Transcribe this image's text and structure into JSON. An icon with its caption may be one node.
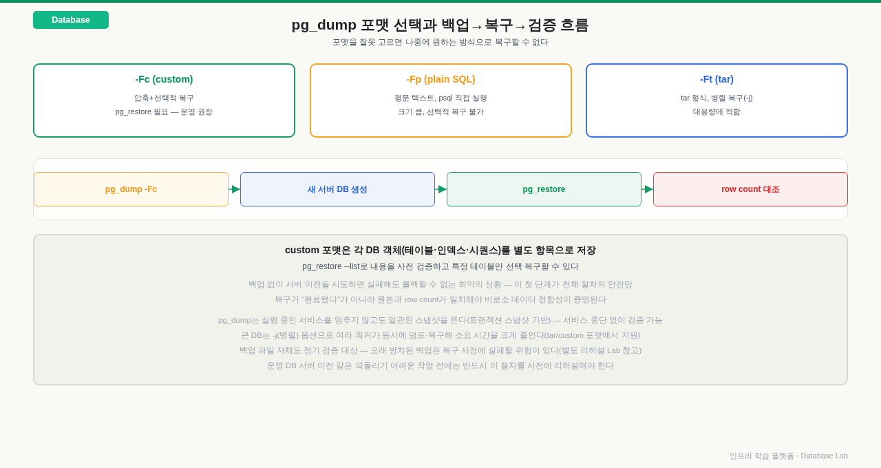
{
  "diagram": {
    "title": "pg_dump 포맷 선택과 백업→복구→검증 흐름",
    "nodes": [
      {
        "text": [
          "-Fc (custom)",
          "압축+선택적 복구",
          "pg_restore 필요 — 운영 권장"
        ]
      },
      {
        "text": [
          "-Fp (plain SQL)",
          "평문 텍스트, psql 직접 실행",
          "크기 큼, 선택적 복구 불가"
        ]
      },
      {
        "text": [
          "-Ft (tar)",
          "tar 형식, 병렬 복구(-j)",
          "대용량에 적합"
        ]
      },
      {
        "text": [],
        "shape": "box"
      },
      {
        "text": [
          "pg_dump -Fc"
        ],
        "in": 3
      },
      {
        "text": [
          "새 서버 DB 생성"
        ],
        "in": 3
      },
      {
        "text": [
          "pg_restore"
        ],
        "in": 3
      },
      {
        "text": [
          "row count 대조"
        ],
        "in": 3
      },
      {
        "text": [
          "custom 포맷은 각 DB 객체(테이블·인덱스·시퀀스)를 별도 항목으로 저장",
          "pg_restore --list로 내용을 사전 검증하고 특정 테이블만 선택 복구할 수 있다",
          "백업 없이 서버 이전을 시도하면 실패해도 롤백할 수 없는 최악의 상황 — 이 첫 단계가 전체 절차의 안전망",
          "복구가 \"완료됐다\"가 아니라 원본과 row count가 일치해야 비로소 데이터 정합성이 증명된다",
          "pg_dump는 실행 중인 서비스를 멈추지 않고도 일관된 스냅샷을 뜬다(트랜잭션 스냅샷 기반) — 서비스 중단 없이 검증 가능",
          "큰 DB는 -j(병렬) 옵션으로 여러 워커가 동시에 덤프·복구해 소요 시간을 크게 줄인다(tar/custom 포맷에서 지원)",
          "백업 파일 자체도 정기 검증 대상 — 오래 방치된 백업은 복구 시점에 실패할 위험이 있다(별도 리허설 Lab 참고)",
          "운영 DB 서버 이전 같은 되돌리기 어려운 작업 전에는 반드시 이 절차를 사전에 리허설해야 한다"
        ]
      }
    ],
    "edges": [
      {
        "from": 4,
        "to": 5,
        "arrow": "to"
      },
      {
        "from": 5,
        "to": 6,
        "arrow": "to"
      },
      {
        "from": 6,
        "to": 7,
        "arrow": "to"
      }
    ],
    "labels": [
      "Database",
      "포맷을 잘못 고르면 나중에 원하는 방식으로 복구할 수 없다",
      "인프라 학습 플랫폼 · Database Lab"
    ]
  }
}
